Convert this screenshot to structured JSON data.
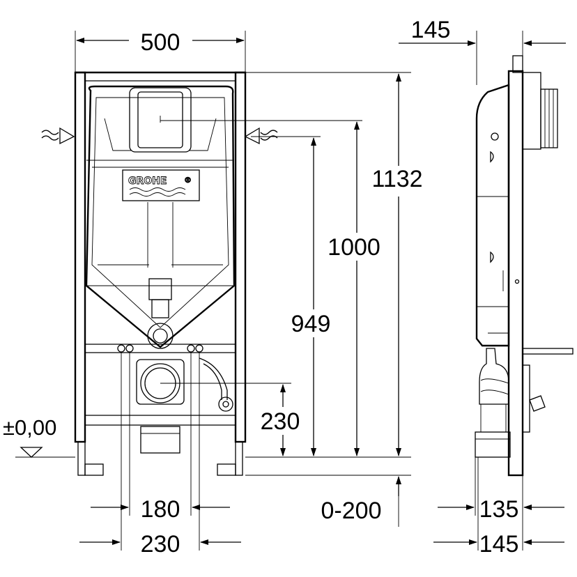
{
  "brand": {
    "logo_text": "GROHE",
    "registered_mark": "®"
  },
  "front_view": {
    "width_label": "500",
    "height_total_label": "1132",
    "height_actuator_label": "1000",
    "height_inlet_label": "949",
    "drain_height_label": "230",
    "floor_reference_label": "±0,00",
    "bolt_spacing_label": "180",
    "drain_spacing_label": "230",
    "adjustment_range_label": "0-200"
  },
  "side_view": {
    "top_depth_label": "145",
    "bottom_depth_label_upper": "135",
    "bottom_depth_label_lower": "145"
  }
}
